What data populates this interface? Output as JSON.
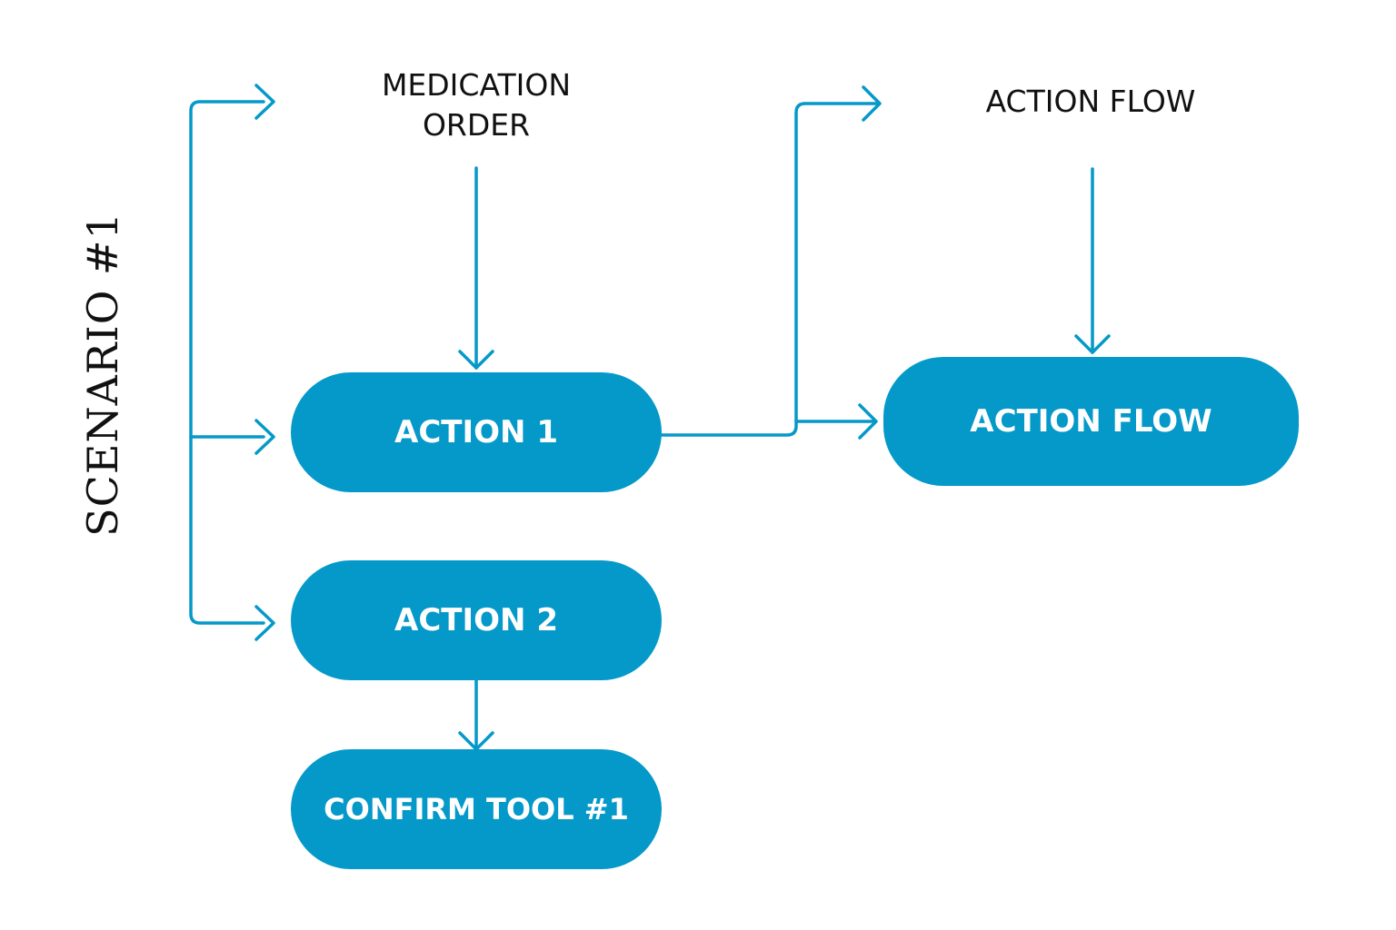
{
  "colors": {
    "accent": "#0499C9",
    "text": "#111111",
    "pill_text": "#FFFFFF",
    "background": "#FFFFFF"
  },
  "scenario": {
    "title": "SCENARIO #1"
  },
  "labels": {
    "medication_order": "MEDICATION\nORDER",
    "action_flow_header": "ACTION FLOW"
  },
  "nodes": {
    "action1": "ACTION 1",
    "action2": "ACTION 2",
    "confirm_tool": "CONFIRM TOOL #1",
    "action_flow": "ACTION FLOW"
  }
}
